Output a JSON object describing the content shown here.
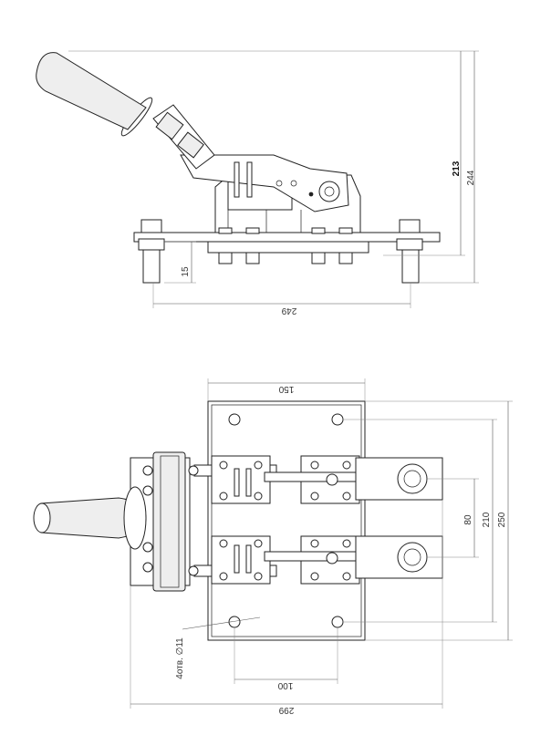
{
  "side_view": {
    "dims": {
      "overall_height": "244",
      "handle_height": "213",
      "terminal_depth": "15",
      "overall_width": "249"
    }
  },
  "top_view": {
    "dims": {
      "plate_width": "150",
      "phase_spacing": "80",
      "hole_spacing_vertical": "210",
      "plate_height": "250",
      "hole_spacing_horizontal": "100",
      "overall_length": "299",
      "holes_note": "4отв. ∅11"
    }
  },
  "colors": {
    "line": "#222222",
    "dimension": "#555555",
    "handle_fill": "#eeeeee"
  }
}
